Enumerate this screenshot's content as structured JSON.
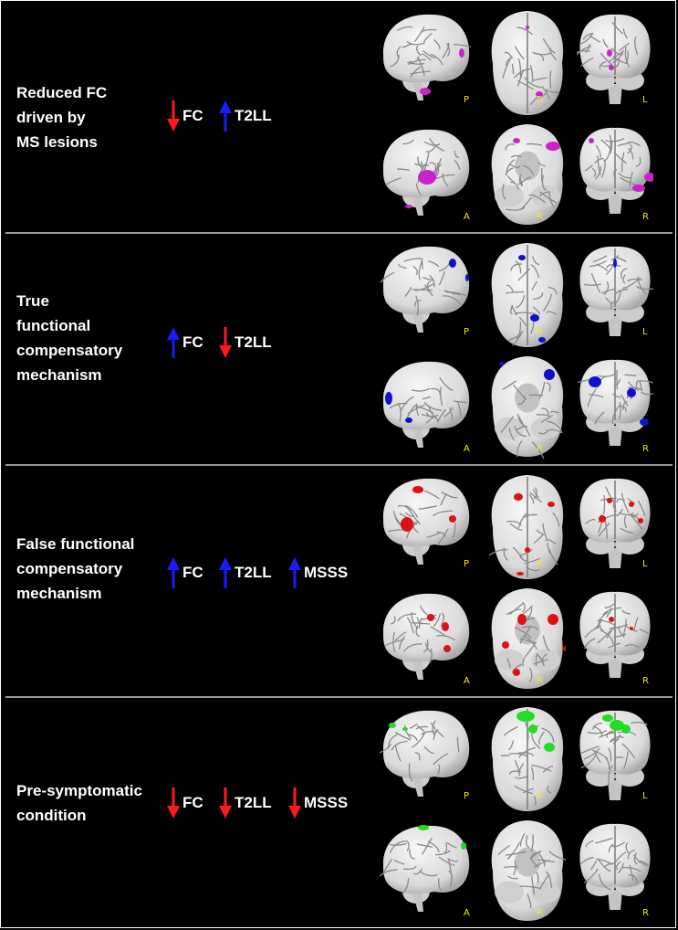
{
  "figure": {
    "rows": [
      {
        "label_lines": [
          "Reduced FC",
          "driven by",
          "MS lesions"
        ],
        "indicators": [
          {
            "direction": "down",
            "color": "red",
            "text": "FC"
          },
          {
            "direction": "up",
            "color": "blue",
            "text": "T2LL"
          }
        ],
        "highlight_color": "#cc22cc",
        "view_labels": {
          "top": [
            "P",
            "R",
            "L"
          ],
          "bottom": [
            "A",
            "R",
            "R"
          ]
        }
      },
      {
        "label_lines": [
          "True",
          "functional",
          "compensatory",
          "mechanism"
        ],
        "indicators": [
          {
            "direction": "up",
            "color": "blue",
            "text": "FC"
          },
          {
            "direction": "down",
            "color": "red",
            "text": "T2LL"
          }
        ],
        "highlight_color": "#1010cc",
        "view_labels": {
          "top": [
            "P",
            "R",
            "L"
          ],
          "bottom": [
            "A",
            "R",
            "R"
          ]
        }
      },
      {
        "label_lines": [
          "False functional",
          "compensatory",
          "mechanism"
        ],
        "indicators": [
          {
            "direction": "up",
            "color": "blue",
            "text": "FC"
          },
          {
            "direction": "up",
            "color": "blue",
            "text": "T2LL"
          },
          {
            "direction": "up",
            "color": "blue",
            "text": "MSSS"
          }
        ],
        "highlight_color": "#dd1111",
        "view_labels": {
          "top": [
            "P",
            "R",
            "L"
          ],
          "bottom": [
            "A",
            "R",
            "R"
          ]
        }
      },
      {
        "label_lines": [
          "Pre-symptomatic",
          "condition"
        ],
        "indicators": [
          {
            "direction": "down",
            "color": "red",
            "text": "FC"
          },
          {
            "direction": "down",
            "color": "red",
            "text": "T2LL"
          },
          {
            "direction": "down",
            "color": "red",
            "text": "MSSS"
          }
        ],
        "highlight_color": "#22dd22",
        "view_labels": {
          "top": [
            "P",
            "R",
            "L"
          ],
          "bottom": [
            "A",
            "R",
            "R"
          ]
        }
      }
    ],
    "colors": {
      "red": "#ff1a1a",
      "blue": "#1a1aff",
      "label_yellow": "#f2e23a"
    }
  }
}
